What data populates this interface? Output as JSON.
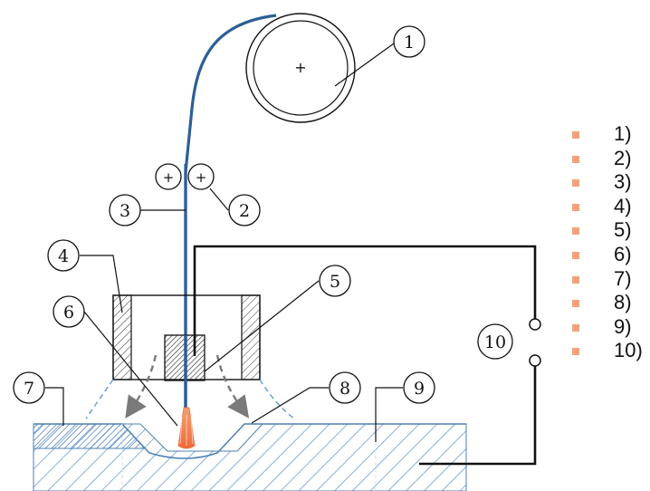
{
  "callouts": [
    {
      "id": 1,
      "label": "1"
    },
    {
      "id": 2,
      "label": "2"
    },
    {
      "id": 3,
      "label": "3"
    },
    {
      "id": 4,
      "label": "4"
    },
    {
      "id": 5,
      "label": "5"
    },
    {
      "id": 6,
      "label": "6"
    },
    {
      "id": 7,
      "label": "7"
    },
    {
      "id": 8,
      "label": "8"
    },
    {
      "id": 9,
      "label": "9"
    },
    {
      "id": 10,
      "label": "10"
    }
  ],
  "legend": {
    "bullet_color": "#f3a27a",
    "items": [
      "1)",
      "2)",
      "3)",
      "4)",
      "5)",
      "6)",
      "7)",
      "8)",
      "9)",
      "10)"
    ]
  },
  "colors": {
    "wire": "#2b5f96",
    "arc": "#ef6a3a",
    "gas_flow": "#6f9fcf",
    "hatch": "#6a9bcc",
    "line": "#111111"
  }
}
